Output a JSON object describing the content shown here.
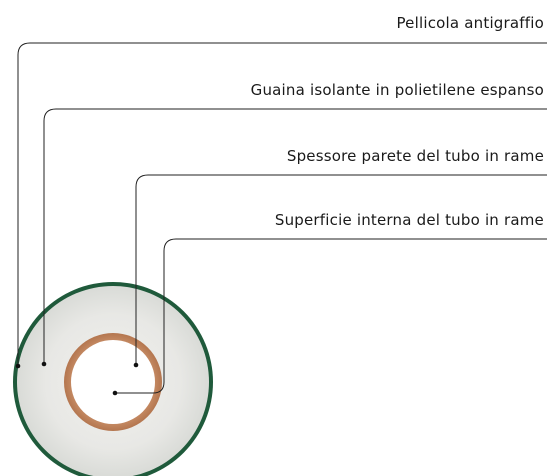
{
  "labels": {
    "film": "Pellicola antigraffio",
    "insulation": "Guaina isolante in polietilene espanso",
    "wall": "Spessore parete del tubo in rame",
    "inner_surface": "Superficie interna del tubo in rame"
  },
  "colors": {
    "leader_line": "#222222",
    "film": "#1f5a3b",
    "insulation": "#e7e7e4",
    "copper": "#c58a63",
    "bore": "#ffffff"
  }
}
